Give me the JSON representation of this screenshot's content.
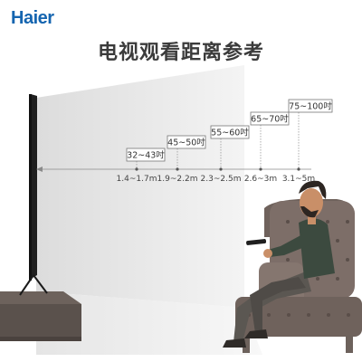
{
  "brand": {
    "logo": "Haier",
    "color": "#1565b0"
  },
  "heading": "电视观看距离参考",
  "tv_sizes": [
    "32~43吋",
    "45~50吋",
    "55~60吋",
    "65~70吋",
    "75~100吋"
  ],
  "distances": [
    "1.4~1.7m",
    "1.9~2.2m",
    "2.3~2.5m",
    "2.6~3m",
    "3.1~5m"
  ],
  "colors": {
    "chair": "#7d6e68",
    "shirt": "#3c4a3f",
    "pants": "#5b5752",
    "text": "#3b3b3b"
  }
}
